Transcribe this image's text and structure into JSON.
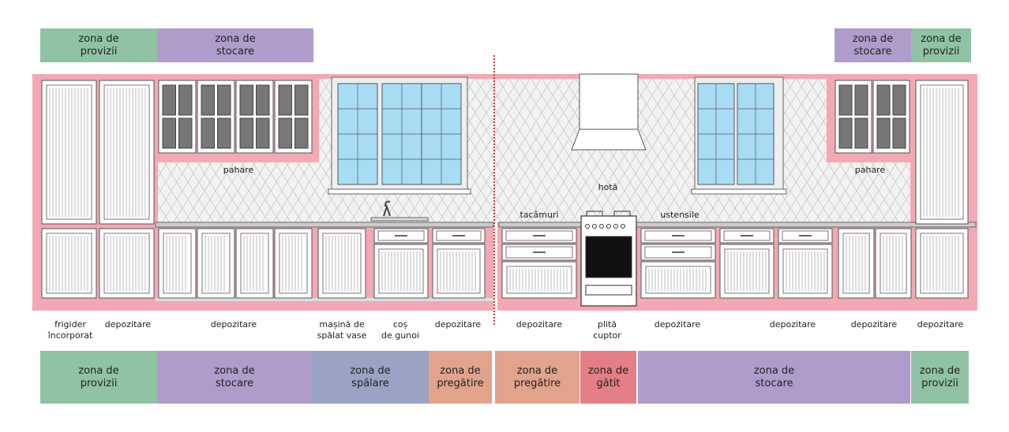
{
  "colors": {
    "provizii": "#8fc3a4",
    "stocare": "#b09ccb",
    "spalare": "#9aa3c4",
    "pregatire": "#e1a38c",
    "gatit": "#e47f87",
    "pink": "#f2a9b3",
    "window": "#a8dcf2",
    "divider": "#d4343c"
  },
  "top_zones": [
    {
      "id": "provizii-left",
      "text": "zona de\nprovizii",
      "color": "provizii"
    },
    {
      "id": "stocare-left",
      "text": "zona de\nstocare",
      "color": "stocare"
    },
    {
      "id": "stocare-right",
      "text": "zona de\nstocare",
      "color": "stocare"
    },
    {
      "id": "provizii-right",
      "text": "zona de\nprovizii",
      "color": "provizii"
    }
  ],
  "bottom_zones": [
    {
      "id": "provizii-left",
      "text": "zona de\nprovizii",
      "color": "provizii"
    },
    {
      "id": "stocare-left",
      "text": "zona de\nstocare",
      "color": "stocare"
    },
    {
      "id": "spalare",
      "text": "zona de\nspălare",
      "color": "spalare"
    },
    {
      "id": "pregatire-left",
      "text": "zona de\npregătire",
      "color": "pregatire"
    },
    {
      "id": "pregatire-right",
      "text": "zona de\npregătire",
      "color": "pregatire"
    },
    {
      "id": "gatit",
      "text": "zona de\ngătit",
      "color": "gatit"
    },
    {
      "id": "stocare-right",
      "text": "zona de\nstocare",
      "color": "stocare"
    },
    {
      "id": "provizii-right",
      "text": "zona de\nprovizii",
      "color": "provizii"
    }
  ],
  "labels": {
    "pahare_left": "pahare",
    "pahare_right": "pahare",
    "hota": "hotă",
    "tacamuri": "tacâmuri",
    "ustensile": "ustensile"
  },
  "bottom_labels": [
    "frigider\nîncorporat",
    "depozitare",
    "depozitare",
    "mașină de\nspălat vase",
    "coș\nde gunoi",
    "depozitare",
    "depozitare",
    "plită\ncuptor",
    "depozitare",
    "depozitare",
    "depozitare",
    "depozitare"
  ]
}
